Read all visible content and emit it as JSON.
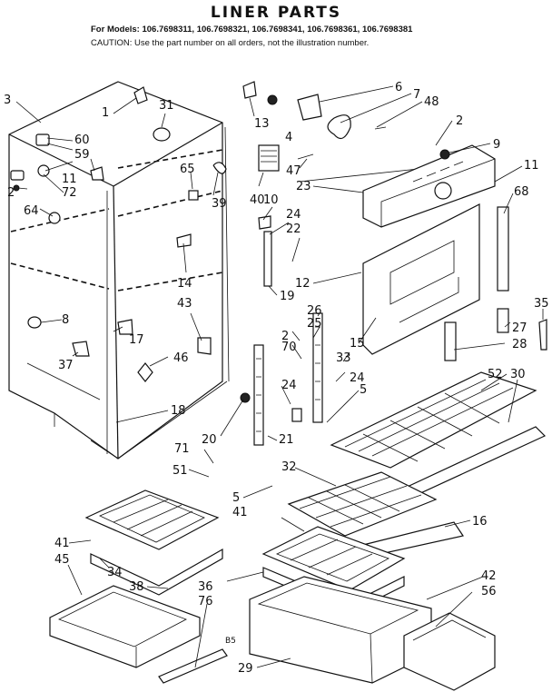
{
  "header": {
    "title": "LINER PARTS",
    "models": "For Models: 106.7698311, 106.7698321, 106.7698341, 106.7698361, 106.7698381",
    "caution": "CAUTION: Use the part number on all orders, not the illustration number."
  },
  "callouts": {
    "c1": "1",
    "c2a": "2",
    "c2b": "2",
    "c2c": "2",
    "c3": "3",
    "c4": "4",
    "c5a": "5",
    "c5b": "5",
    "c6": "6",
    "c7": "7",
    "c8": "8",
    "c9": "9",
    "c10": "10",
    "c11a": "11",
    "c11b": "11",
    "c12": "12",
    "c13": "13",
    "c14": "14",
    "c15": "15",
    "c16": "16",
    "c17": "17",
    "c18": "18",
    "c19": "19",
    "c20": "20",
    "c21": "21",
    "c22": "22",
    "c23": "23",
    "c24a": "24",
    "c24b": "24",
    "c24c": "24",
    "c25": "25",
    "c26": "26",
    "c27": "27",
    "c28": "28",
    "c29": "29",
    "c30": "30",
    "c31": "31",
    "c32": "32",
    "c33": "33",
    "c34": "34",
    "c35": "35",
    "c36": "36",
    "c37": "37",
    "c38": "38",
    "c39": "39",
    "c40": "40",
    "c41a": "41",
    "c41b": "41",
    "c42": "42",
    "c43": "43",
    "c45": "45",
    "c46": "46",
    "c47": "47",
    "c48": "48",
    "c51": "51",
    "c52": "52",
    "c56": "56",
    "c59": "59",
    "c60": "60",
    "c64": "64",
    "c65": "65",
    "c68": "68",
    "c70": "70",
    "c71": "71",
    "c72": "72",
    "c76": "76",
    "b5": "B5"
  }
}
